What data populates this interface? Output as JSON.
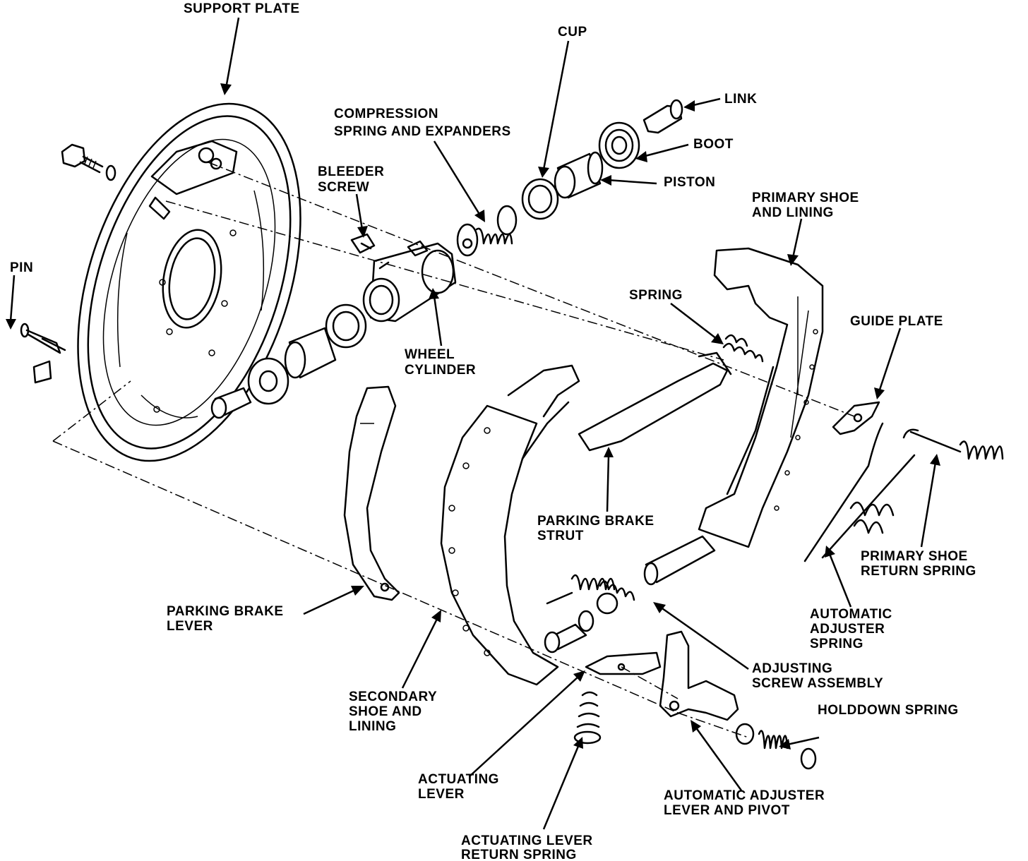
{
  "labels": {
    "support_plate": "SUPPORT PLATE",
    "cup": "CUP",
    "link": "LINK",
    "compression_1": "COMPRESSION",
    "compression_2": "SPRING AND EXPANDERS",
    "boot": "BOOT",
    "bleeder_1": "BLEEDER",
    "bleeder_2": "SCREW",
    "piston": "PISTON",
    "primary_shoe_1": "PRIMARY SHOE",
    "primary_shoe_2": "AND LINING",
    "pin": "PIN",
    "spring": "SPRING",
    "guide_plate": "GUIDE PLATE",
    "wheel_cyl_1": "WHEEL",
    "wheel_cyl_2": "CYLINDER",
    "pb_strut_1": "PARKING BRAKE",
    "pb_strut_2": "STRUT",
    "prim_return_1": "PRIMARY SHOE",
    "prim_return_2": "RETURN SPRING",
    "pb_lever_1": "PARKING BRAKE",
    "pb_lever_2": "LEVER",
    "auto_adj_spring_1": "AUTOMATIC",
    "auto_adj_spring_2": "ADJUSTER",
    "auto_adj_spring_3": "SPRING",
    "adj_screw_1": "ADJUSTING",
    "adj_screw_2": "SCREW ASSEMBLY",
    "secondary_1": "SECONDARY",
    "secondary_2": "SHOE AND",
    "secondary_3": "LINING",
    "holddown": "HOLDDOWN SPRING",
    "act_lever_1": "ACTUATING",
    "act_lever_2": "LEVER",
    "auto_adj_lever_1": "AUTOMATIC ADJUSTER",
    "auto_adj_lever_2": "LEVER AND PIVOT",
    "act_return_1": "ACTUATING LEVER",
    "act_return_2": "RETURN SPRING"
  }
}
